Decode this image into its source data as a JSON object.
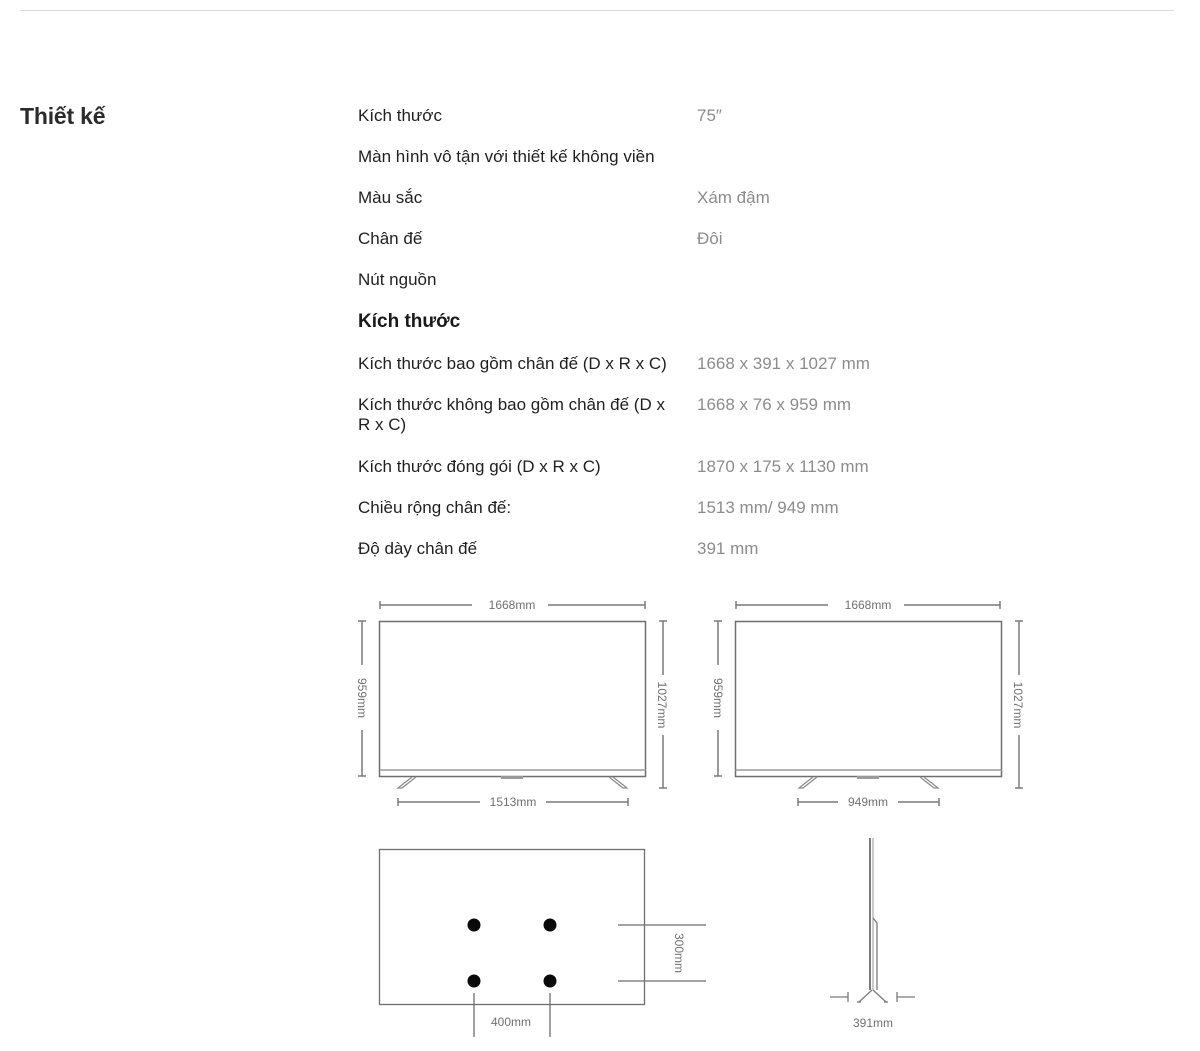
{
  "section": {
    "title": "Thiết kế"
  },
  "design_specs": [
    {
      "label": "Kích thước",
      "value": "75″"
    },
    {
      "label": "Màn hình vô tận với thiết kế không viền",
      "value": ""
    },
    {
      "label": "Màu sắc",
      "value": "Xám đậm"
    },
    {
      "label": "Chân đế",
      "value": "Đôi"
    },
    {
      "label": "Nút nguồn",
      "value": ""
    }
  ],
  "dimensions": {
    "heading": "Kích thước",
    "specs": [
      {
        "label": "Kích thước bao gồm chân đế (D x R x C)",
        "value": "1668 x 391 x 1027 mm"
      },
      {
        "label": "Kích thước không bao gồm chân đế (D x R x C)",
        "value": "1668 x 76 x 959 mm"
      },
      {
        "label": "Kích thước đóng gói (D x R x C)",
        "value": "1870 x 175 x 1130 mm"
      },
      {
        "label": "Chiều rộng chân đế:",
        "value": "1513 mm/ 949 mm"
      },
      {
        "label": "Độ dày chân đế",
        "value": "391 mm"
      }
    ]
  },
  "diagrams": {
    "front_wide": {
      "width": "1668mm",
      "panel_height": "959mm",
      "total_height": "1027mm",
      "stand_width": "1513mm"
    },
    "front_narrow": {
      "width": "1668mm",
      "panel_height": "959mm",
      "total_height": "1027mm",
      "stand_width": "949mm"
    },
    "vesa": {
      "horizontal": "400mm",
      "vertical": "300mm"
    },
    "side": {
      "depth": "391mm"
    }
  },
  "colors": {
    "label": "#1f1f1f",
    "value": "#8c8c8c",
    "line": "#7a7a7a",
    "divider": "#dcdcdc"
  }
}
